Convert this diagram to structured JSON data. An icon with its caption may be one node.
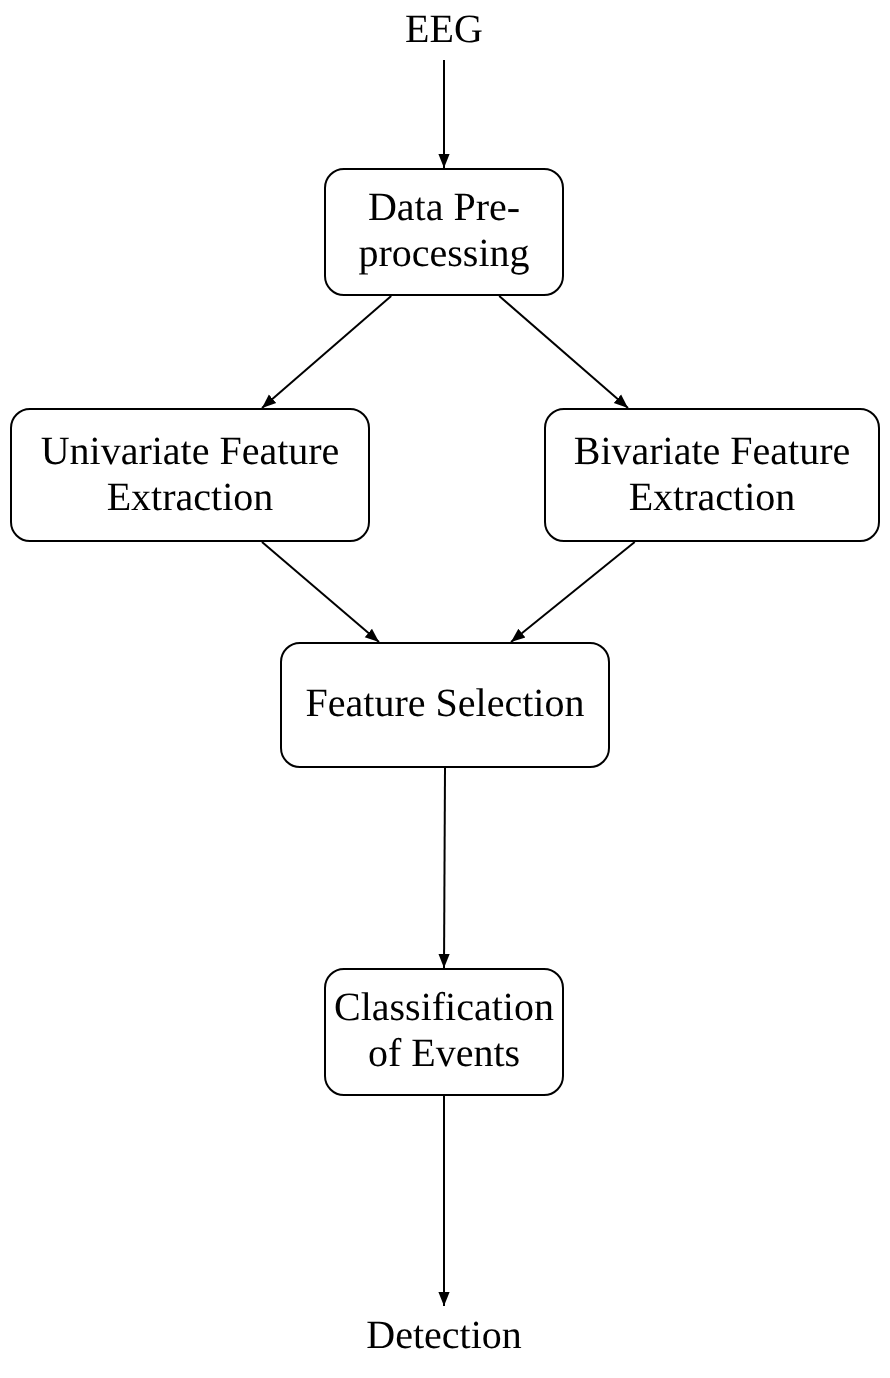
{
  "diagram": {
    "nodes": [
      {
        "text": [
          "EEG"
        ]
      },
      {
        "text": [
          "Data Pre-processing"
        ]
      },
      {
        "text": [
          "Univariate Feature Extraction"
        ]
      },
      {
        "text": [
          "Bivariate Feature Extraction"
        ]
      },
      {
        "text": [
          "Feature Selection"
        ]
      },
      {
        "text": [
          "Classification of Events"
        ]
      },
      {
        "text": [
          "Detection"
        ]
      }
    ],
    "edges": [
      {
        "from": 0,
        "to": 1,
        "arrow": "to"
      },
      {
        "from": 1,
        "to": 2,
        "arrow": "to"
      },
      {
        "from": 1,
        "to": 3,
        "arrow": "to"
      },
      {
        "from": 2,
        "to": 4,
        "arrow": "to"
      },
      {
        "from": 3,
        "to": 4,
        "arrow": "to"
      },
      {
        "from": 4,
        "to": 5,
        "arrow": "to"
      },
      {
        "from": 5,
        "to": 6,
        "arrow": "to"
      }
    ]
  }
}
